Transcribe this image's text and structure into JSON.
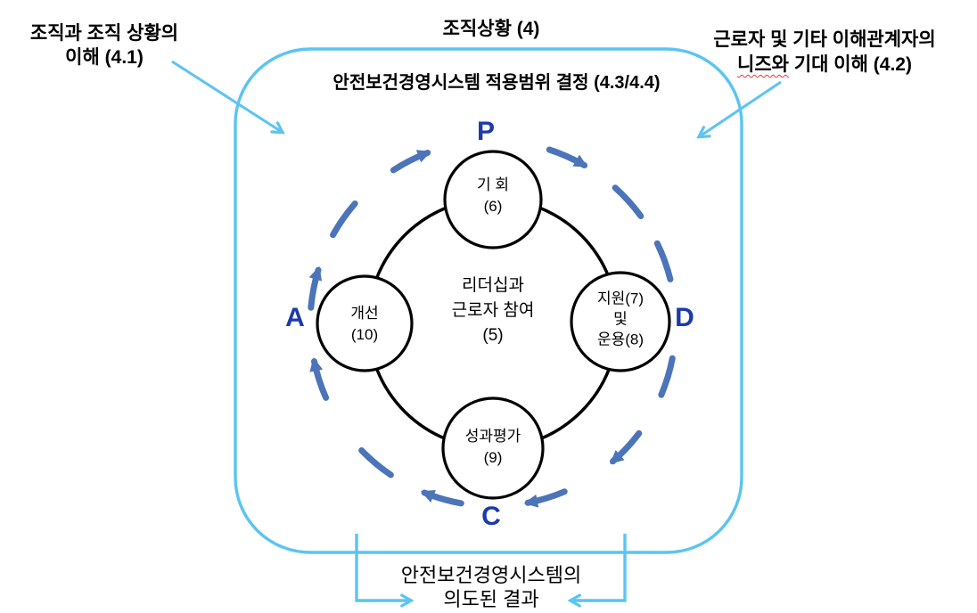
{
  "diagram": {
    "top_title": "조직상황 (4)",
    "scope_title": "안전보건경영시스템 적용범위 결정 (4.3/4.4)",
    "left_label": {
      "line1": "조직과 조직 상황의",
      "line2": "이해 (4.1)"
    },
    "right_label": {
      "line1": "근로자 및 기타 이해관계자의",
      "line2_wavy": "니즈와",
      "line2_rest": " 기대 이해 (4.2)"
    },
    "bottom_label": {
      "line1": "안전보건경영시스템의",
      "line2": "의도된 결과"
    },
    "center_node": {
      "line1": "리더십과",
      "line2": "근로자 참여",
      "line3": "(5)"
    },
    "nodes": {
      "plan": {
        "line1": "기 회",
        "line2": "(6)"
      },
      "do": {
        "line1": "지원(7)",
        "line2": "및",
        "line3": "운용(8)"
      },
      "check": {
        "line1": "성과평가",
        "line2": "(9)"
      },
      "act": {
        "line1": "개선",
        "line2": "(10)"
      }
    },
    "letters": {
      "p": "P",
      "d": "D",
      "c": "C",
      "a": "A"
    },
    "colors": {
      "light_blue": "#5bc4f2",
      "dash_blue": "#4c74b9",
      "letter_blue": "#1b3aae",
      "line_black": "#000000",
      "spellcheck_red": "#e53935"
    }
  }
}
